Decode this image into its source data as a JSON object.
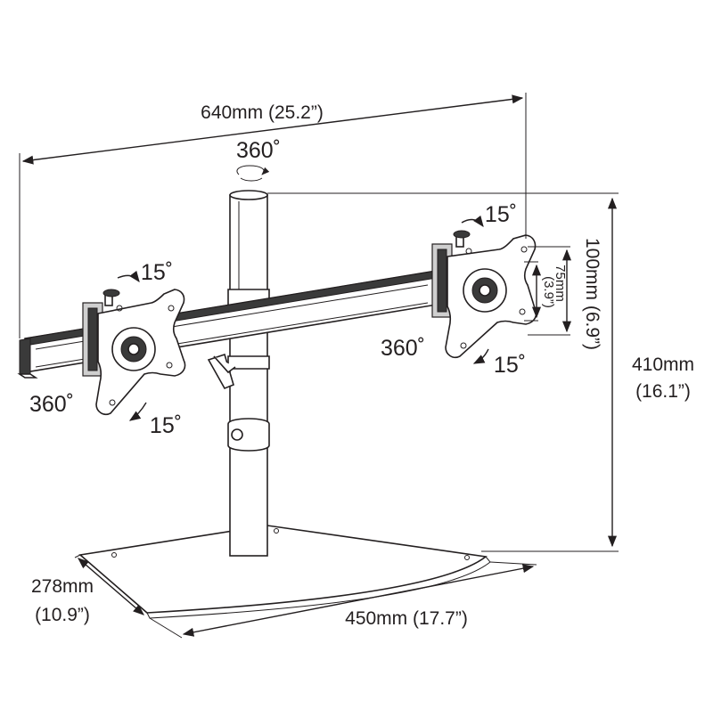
{
  "dimensions": {
    "overall_width": "640mm (25.2”)",
    "height_top": "410mm",
    "height_bottom": "(16.1”)",
    "vesa_large": "100mm (6.9”)",
    "vesa_small_top": "75mm",
    "vesa_small_bottom": "(3.9”)",
    "base_depth_top": "278mm",
    "base_depth_bottom": "(10.9”)",
    "base_width": "450mm (17.7”)"
  },
  "rotations": {
    "pole_swivel": "360˚",
    "left_tilt_up": "15˚",
    "left_rotate": "360˚",
    "left_tilt_down": "15˚",
    "right_tilt_up": "15˚",
    "right_rotate": "360˚",
    "right_tilt_down": "15˚"
  }
}
